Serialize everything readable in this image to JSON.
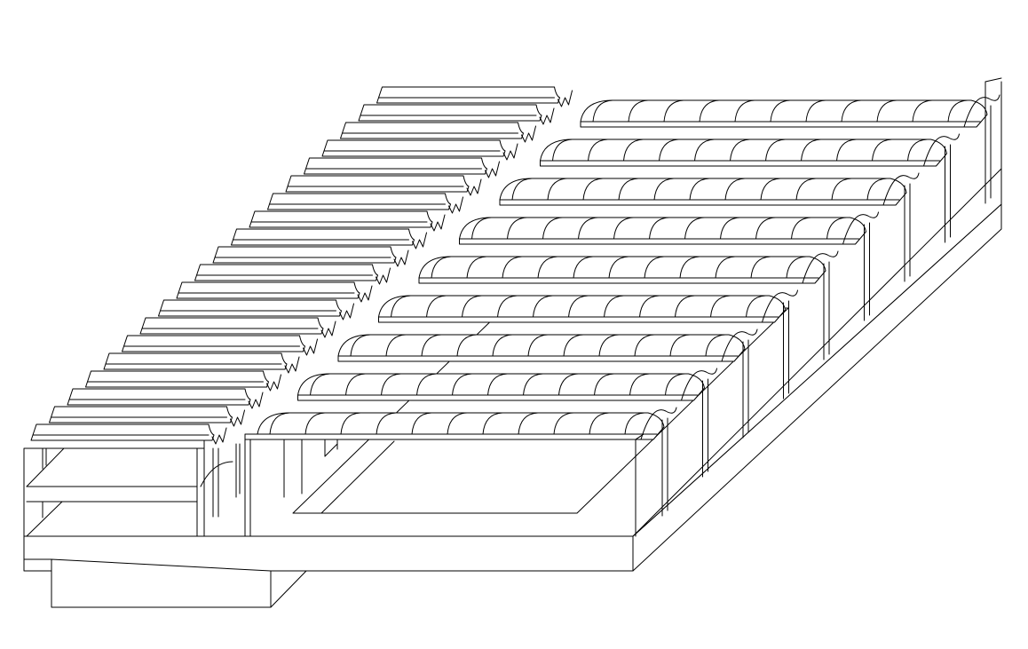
{
  "drawing": {
    "line_color": "#000000",
    "background_color": "#ffffff",
    "wide_bay": {
      "vault_count": 9,
      "rib_count_per_vault": 11
    },
    "narrow_bay": {
      "saw_roof_count": 20
    }
  }
}
